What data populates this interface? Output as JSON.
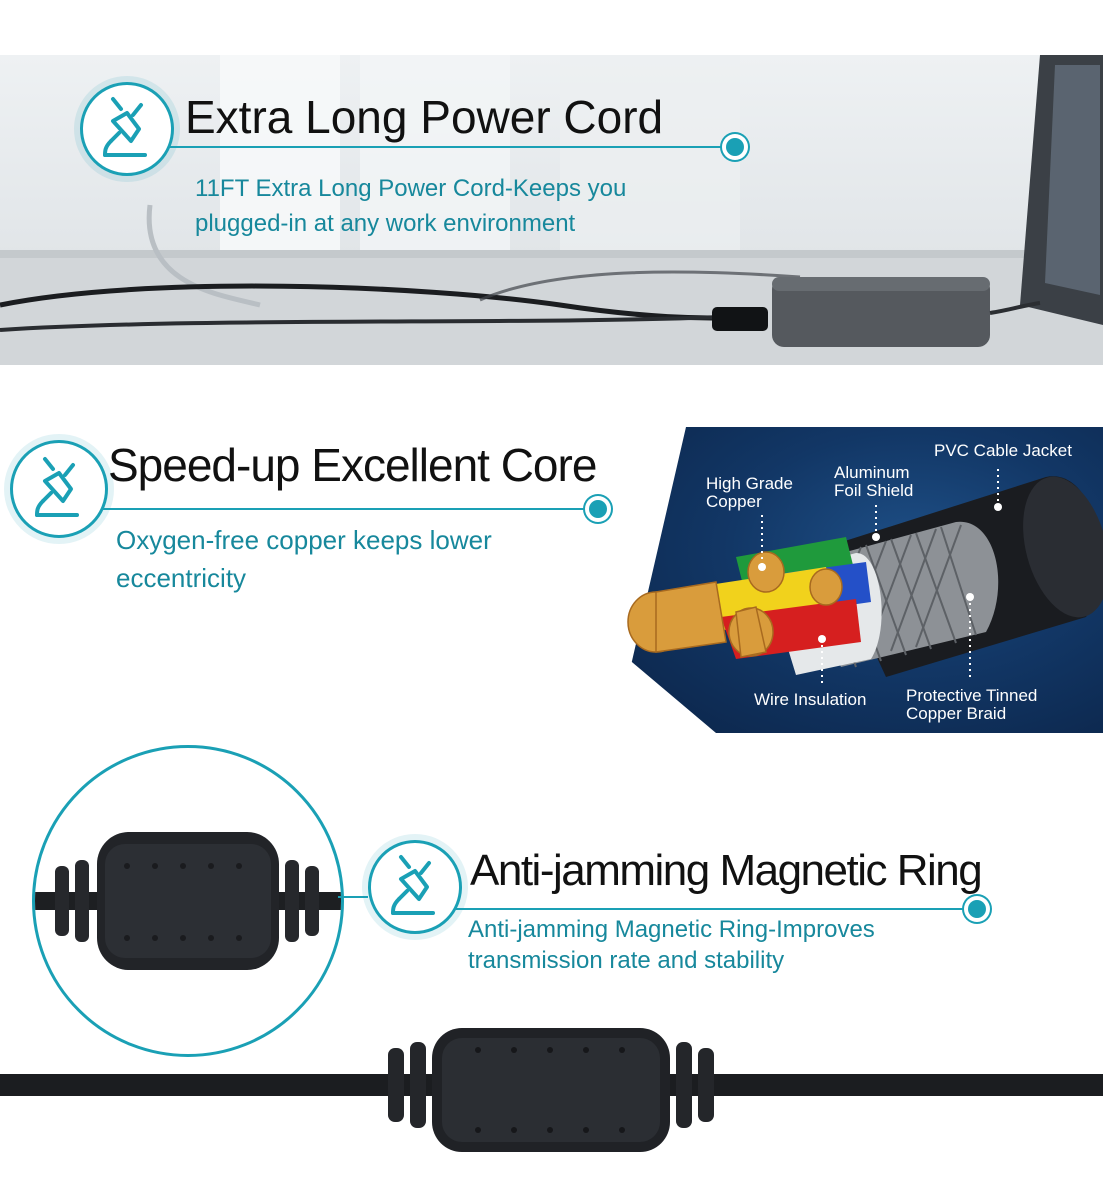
{
  "features": [
    {
      "title": "Extra Long Power Cord",
      "description_line1": "11FT Extra Long Power Cord-Keeps you",
      "description_line2": "plugged-in at any work environment",
      "icon": "plug-icon"
    },
    {
      "title": "Speed-up Excellent Core",
      "description_line1": "Oxygen-free copper keeps lower",
      "description_line2": "eccentricity",
      "icon": "plug-icon"
    },
    {
      "title": "Anti-jamming Magnetic Ring",
      "description_line1": "Anti-jamming Magnetic Ring-Improves",
      "description_line2": "transmission rate and stability",
      "icon": "plug-icon"
    }
  ],
  "diagram_labels": {
    "jacket": "PVC Cable Jacket",
    "shield": "Aluminum\nFoil Shield",
    "copper": "High Grade\nCopper",
    "insulation": "Wire Insulation",
    "braid": "Protective Tinned\nCopper Braid"
  },
  "colors": {
    "accent": "#1aa0b5",
    "description_text": "#17889c",
    "title_text": "#111111",
    "diagram_bg": "#123766"
  }
}
